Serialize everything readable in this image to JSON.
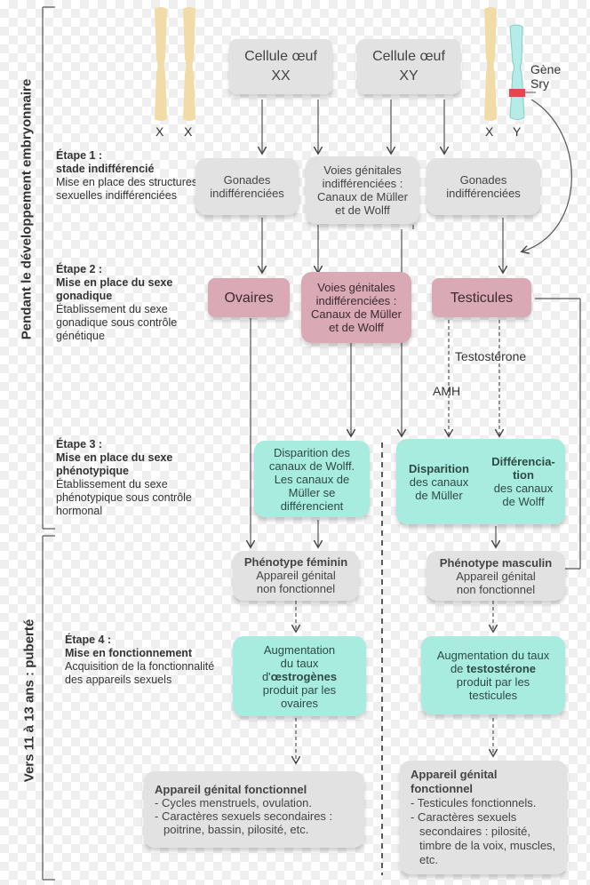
{
  "side_labels": {
    "embryo": "Pendant le développement embryonnaire",
    "puberty": "Vers 11 à 13 ans : puberté"
  },
  "chromosomes": {
    "x1": "X",
    "x2": "X",
    "x3": "X",
    "y": "Y",
    "gene_line1": "Gène",
    "gene_line2": "Sry"
  },
  "cells": {
    "xx_line1": "Cellule œuf",
    "xx_line2": "XX",
    "xy_line1": "Cellule œuf",
    "xy_line2": "XY"
  },
  "steps": {
    "s1_title": "Étape 1 :",
    "s1_bold": "stade indifférencié",
    "s1_text": "Mise en place des structures sexuelles indifférenciées",
    "s2_title": "Étape 2 :",
    "s2_bold": "Mise en place du sexe gonadique",
    "s2_text": "Établissement du sexe gonadique sous contrôle génétique",
    "s3_title": "Étape 3 :",
    "s3_bold": "Mise en place du sexe phénotypique",
    "s3_text": "Établissement du sexe phénotypique sous contrôle hormonal",
    "s4_title": "Étape 4 :",
    "s4_bold": "Mise en fonctionnement",
    "s4_text": "Acquisition de la fonctionnalité des appareils sexuels"
  },
  "row1": {
    "gonads_left_1": "Gonades",
    "gonads_left_2": "indifférenciées",
    "ducts_1": "Voies génitales",
    "ducts_2": "indifférenciées :",
    "ducts_3": "Canaux de Müller",
    "ducts_4": "et de Wolff",
    "gonads_right_1": "Gonades",
    "gonads_right_2": "indifférenciées"
  },
  "row2": {
    "ovaires": "Ovaires",
    "ducts_1": "Voies génitales",
    "ducts_2": "indifférenciées :",
    "ducts_3": "Canaux de Müller",
    "ducts_4": "et de Wolff",
    "testicules": "Testicules",
    "testosterone": "Testostérone",
    "amh": "AMH"
  },
  "row3": {
    "fem_1": "Disparition des",
    "fem_2": "canaux de Wolff.",
    "fem_3": "Les canaux de",
    "fem_4": "Müller se",
    "fem_5": "différencient",
    "male_a1": "Disparition",
    "male_a2": "des canaux",
    "male_a3": "de Müller",
    "male_b1": "Différencia-",
    "male_b2": "tion",
    "male_b3": "des canaux",
    "male_b4": "de Wolff"
  },
  "phenotype": {
    "fem_title": "Phénotype féminin",
    "fem_1": "Appareil génital",
    "fem_2": "non fonctionnel",
    "male_title": "Phénotype masculin",
    "male_1": "Appareil génital",
    "male_2": "non fonctionnel"
  },
  "hormones": {
    "fem_1": "Augmentation",
    "fem_2": "du taux",
    "fem_3a": "d'",
    "fem_3b": "œstrogènes",
    "fem_4": "produit par les",
    "fem_5": "ovaires",
    "male_1": "Augmentation du taux",
    "male_2a": "de ",
    "male_2b": "testostérone",
    "male_3": "produit par les",
    "male_4": "testicules"
  },
  "final": {
    "fem_title": "Appareil génital fonctionnel",
    "fem_1": "- Cycles menstruels, ovulation.",
    "fem_2": "- Caractères sexuels secondaires :",
    "fem_3": "poitrine, bassin, pilosité, etc.",
    "male_title_1": "Appareil génital",
    "male_title_2": "fonctionnel",
    "male_1": "- Testicules fonctionnels.",
    "male_2": "- Caractères sexuels",
    "male_3": "secondaires : pilosité,",
    "male_4": "timbre de la voix, muscles,",
    "male_5": "etc."
  },
  "colors": {
    "pink": "#d9a9b6",
    "teal": "#a8ece0",
    "gray": "#e2e2e2",
    "sry_red": "#e8434f",
    "y_chrom": "#b7ece6",
    "x_chrom": "#f1dba6"
  }
}
